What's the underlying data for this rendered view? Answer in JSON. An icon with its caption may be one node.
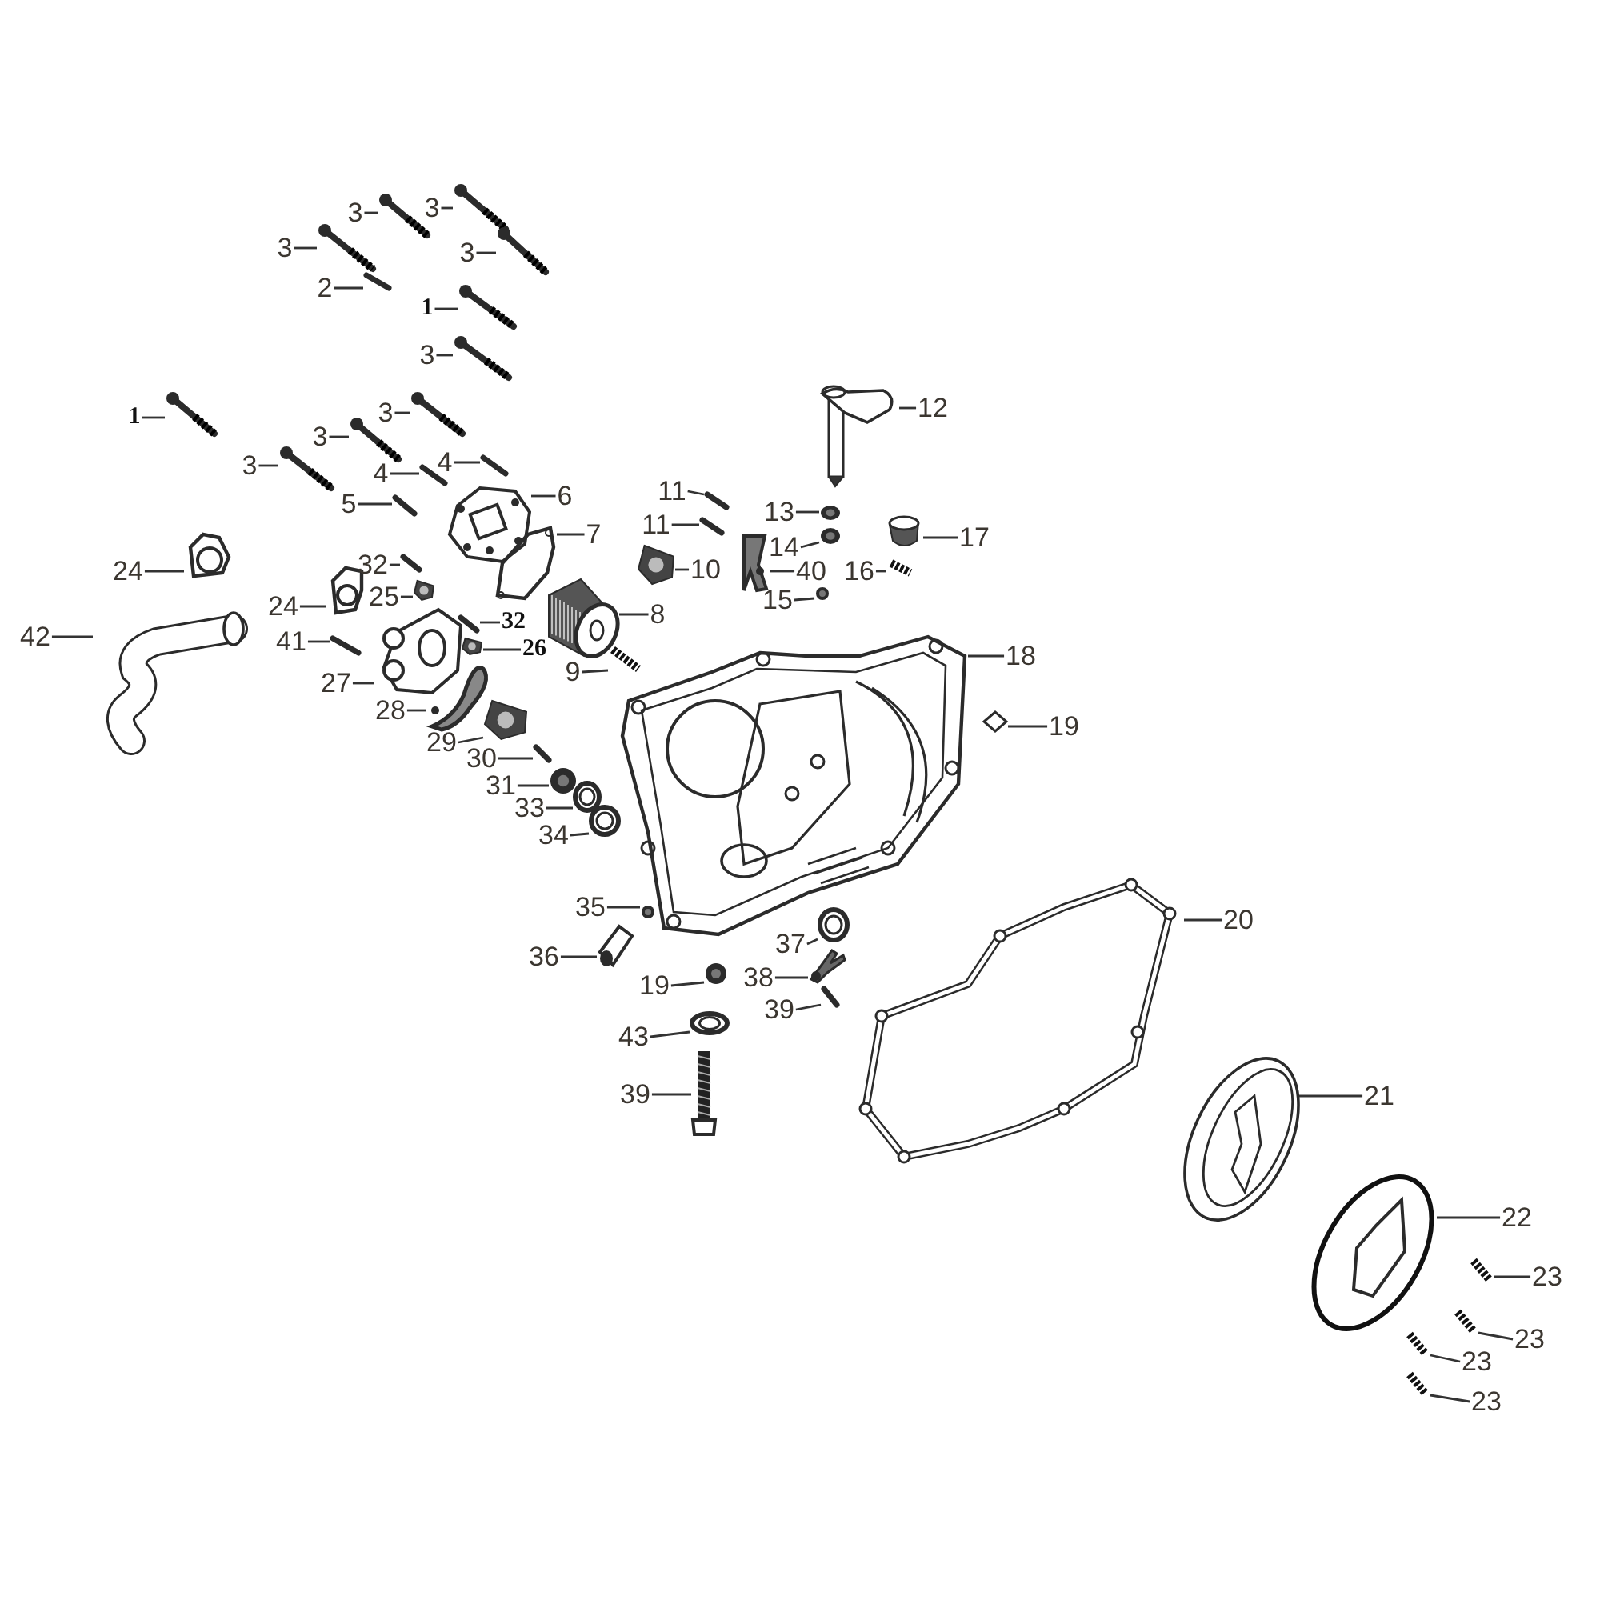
{
  "diagram": {
    "nodes": [
      {
        "text": [
          "3"
        ]
      },
      {
        "text": [],
        "shape": "picture"
      },
      {
        "text": [
          "3"
        ]
      },
      {
        "text": [],
        "shape": "picture"
      },
      {
        "text": [
          "3"
        ]
      },
      {
        "text": [],
        "shape": "picture"
      },
      {
        "text": [
          "3"
        ]
      },
      {
        "text": [],
        "shape": "picture"
      },
      {
        "text": [
          "2"
        ]
      },
      {
        "text": [],
        "shape": "picture"
      },
      {
        "text": [
          "1"
        ]
      },
      {
        "text": [],
        "shape": "picture"
      },
      {
        "text": [
          "3"
        ]
      },
      {
        "text": [],
        "shape": "picture"
      },
      {
        "text": [
          "1"
        ]
      },
      {
        "text": [],
        "shape": "picture"
      },
      {
        "text": [
          "3"
        ]
      },
      {
        "text": [],
        "shape": "picture"
      },
      {
        "text": [
          "3"
        ]
      },
      {
        "text": [],
        "shape": "picture"
      },
      {
        "text": [
          "3"
        ]
      },
      {
        "text": [],
        "shape": "picture"
      },
      {
        "text": [
          "4"
        ]
      },
      {
        "text": [],
        "shape": "picture"
      },
      {
        "text": [
          "4"
        ]
      },
      {
        "text": [],
        "shape": "picture"
      },
      {
        "text": [
          "5"
        ]
      },
      {
        "text": [],
        "shape": "picture"
      },
      {
        "text": [
          "6"
        ]
      },
      {
        "text": [],
        "shape": "picture"
      },
      {
        "text": [
          "7"
        ]
      },
      {
        "text": [],
        "shape": "picture"
      },
      {
        "text": [
          "8"
        ]
      },
      {
        "text": [],
        "shape": "picture"
      },
      {
        "text": [
          "9"
        ]
      },
      {
        "text": [],
        "shape": "picture"
      },
      {
        "text": [
          "10"
        ]
      },
      {
        "text": [],
        "shape": "picture"
      },
      {
        "text": [
          "11"
        ]
      },
      {
        "text": [],
        "shape": "picture"
      },
      {
        "text": [
          "11"
        ]
      },
      {
        "text": [],
        "shape": "picture"
      },
      {
        "text": [
          "12"
        ]
      },
      {
        "text": [],
        "shape": "picture"
      },
      {
        "text": [
          "13"
        ]
      },
      {
        "text": [],
        "shape": "picture"
      },
      {
        "text": [
          "14"
        ]
      },
      {
        "text": [],
        "shape": "picture"
      },
      {
        "text": [
          "40"
        ]
      },
      {
        "text": [],
        "shape": "picture"
      },
      {
        "text": [
          "16"
        ]
      },
      {
        "text": [],
        "shape": "picture"
      },
      {
        "text": [
          "15"
        ]
      },
      {
        "text": [],
        "shape": "picture"
      },
      {
        "text": [
          "17"
        ]
      },
      {
        "text": [],
        "shape": "picture"
      },
      {
        "text": [
          "18"
        ]
      },
      {
        "text": [],
        "shape": "picture"
      },
      {
        "text": [
          "19"
        ]
      },
      {
        "text": [],
        "shape": "picture"
      },
      {
        "text": [
          "24"
        ]
      },
      {
        "text": [],
        "shape": "picture"
      },
      {
        "text": [
          "24"
        ]
      },
      {
        "text": [],
        "shape": "picture"
      },
      {
        "text": [
          "32"
        ]
      },
      {
        "text": [],
        "shape": "picture"
      },
      {
        "text": [
          "25"
        ]
      },
      {
        "text": [],
        "shape": "picture"
      },
      {
        "text": [
          "32"
        ]
      },
      {
        "text": [],
        "shape": "picture"
      },
      {
        "text": [
          "26"
        ]
      },
      {
        "text": [],
        "shape": "picture"
      },
      {
        "text": [
          "42"
        ]
      },
      {
        "text": [],
        "shape": "picture"
      },
      {
        "text": [
          "41"
        ]
      },
      {
        "text": [],
        "shape": "picture"
      },
      {
        "text": [
          "27"
        ]
      },
      {
        "text": [],
        "shape": "picture"
      },
      {
        "text": [
          "28"
        ]
      },
      {
        "text": [],
        "shape": "picture"
      },
      {
        "text": [
          "29"
        ]
      },
      {
        "text": [],
        "shape": "picture"
      },
      {
        "text": [
          "30"
        ]
      },
      {
        "text": [],
        "shape": "picture"
      },
      {
        "text": [
          "31"
        ]
      },
      {
        "text": [],
        "shape": "picture"
      },
      {
        "text": [
          "33"
        ]
      },
      {
        "text": [],
        "shape": "picture"
      },
      {
        "text": [
          "34"
        ]
      },
      {
        "text": [],
        "shape": "picture"
      },
      {
        "text": [
          "35"
        ]
      },
      {
        "text": [],
        "shape": "picture"
      },
      {
        "text": [
          "36"
        ]
      },
      {
        "text": [],
        "shape": "picture"
      },
      {
        "text": [
          "19"
        ]
      },
      {
        "text": [],
        "shape": "picture"
      },
      {
        "text": [
          "37"
        ]
      },
      {
        "text": [],
        "shape": "picture"
      },
      {
        "text": [
          "38"
        ]
      },
      {
        "text": [],
        "shape": "picture"
      },
      {
        "text": [
          "39"
        ]
      },
      {
        "text": [],
        "shape": "picture"
      },
      {
        "text": [
          "43"
        ]
      },
      {
        "text": [],
        "shape": "picture"
      },
      {
        "text": [
          "39"
        ]
      },
      {
        "text": [],
        "shape": "picture"
      },
      {
        "text": [
          "20"
        ]
      },
      {
        "text": [],
        "shape": "picture"
      },
      {
        "text": [
          "21"
        ]
      },
      {
        "text": [],
        "shape": "picture"
      },
      {
        "text": [
          "22"
        ]
      },
      {
        "text": [],
        "shape": "picture"
      },
      {
        "text": [
          "23"
        ]
      },
      {
        "text": [],
        "shape": "picture"
      },
      {
        "text": [
          "23"
        ]
      },
      {
        "text": [],
        "shape": "picture"
      },
      {
        "text": [
          "23"
        ]
      },
      {
        "text": [],
        "shape": "picture"
      },
      {
        "text": [
          "23"
        ]
      },
      {
        "text": [],
        "shape": "picture"
      }
    ],
    "edges": [
      {
        "from": 0,
        "to": 1,
        "arrow": "none"
      },
      {
        "from": 2,
        "to": 3,
        "arrow": "none"
      },
      {
        "from": 4,
        "to": 5,
        "arrow": "none"
      },
      {
        "from": 6,
        "to": 7,
        "arrow": "none"
      },
      {
        "from": 8,
        "to": 9,
        "arrow": "none"
      },
      {
        "from": 10,
        "to": 11,
        "arrow": "none"
      },
      {
        "from": 12,
        "to": 13,
        "arrow": "none"
      },
      {
        "from": 14,
        "to": 15,
        "arrow": "none"
      },
      {
        "from": 16,
        "to": 17,
        "arrow": "none"
      },
      {
        "from": 18,
        "to": 19,
        "arrow": "none"
      },
      {
        "from": 20,
        "to": 21,
        "arrow": "none"
      },
      {
        "from": 22,
        "to": 23,
        "arrow": "none"
      },
      {
        "from": 24,
        "to": 25,
        "arrow": "none"
      },
      {
        "from": 26,
        "to": 27,
        "arrow": "none"
      },
      {
        "from": 28,
        "to": 29,
        "arrow": "none"
      },
      {
        "from": 30,
        "to": 31,
        "arrow": "none"
      },
      {
        "from": 32,
        "to": 33,
        "arrow": "none"
      },
      {
        "from": 34,
        "to": 35,
        "arrow": "none"
      },
      {
        "from": 36,
        "to": 37,
        "arrow": "none"
      },
      {
        "from": 38,
        "to": 39,
        "arrow": "none"
      },
      {
        "from": 40,
        "to": 41,
        "arrow": "none"
      },
      {
        "from": 42,
        "to": 43,
        "arrow": "none"
      },
      {
        "from": 44,
        "to": 45,
        "arrow": "none"
      },
      {
        "from": 46,
        "to": 47,
        "arrow": "none"
      },
      {
        "from": 48,
        "to": 49,
        "arrow": "none"
      },
      {
        "from": 50,
        "to": 51,
        "arrow": "none"
      },
      {
        "from": 52,
        "to": 53,
        "arrow": "none"
      },
      {
        "from": 54,
        "to": 55,
        "arrow": "none"
      },
      {
        "from": 56,
        "to": 57,
        "arrow": "none"
      },
      {
        "from": 58,
        "to": 59,
        "arrow": "none"
      },
      {
        "from": 60,
        "to": 61,
        "arrow": "none"
      },
      {
        "from": 62,
        "to": 63,
        "arrow": "none"
      },
      {
        "from": 64,
        "to": 65,
        "arrow": "none"
      },
      {
        "from": 66,
        "to": 67,
        "arrow": "none"
      },
      {
        "from": 68,
        "to": 69,
        "arrow": "none"
      },
      {
        "from": 70,
        "to": 71,
        "arrow": "none"
      },
      {
        "from": 72,
        "to": 73,
        "arrow": "none"
      },
      {
        "from": 74,
        "to": 75,
        "arrow": "none"
      },
      {
        "from": 76,
        "to": 77,
        "arrow": "none"
      },
      {
        "from": 78,
        "to": 79,
        "arrow": "none"
      },
      {
        "from": 80,
        "to": 81,
        "arrow": "none"
      },
      {
        "from": 82,
        "to": 83,
        "arrow": "none"
      },
      {
        "from": 84,
        "to": 85,
        "arrow": "none"
      },
      {
        "from": 86,
        "to": 87,
        "arrow": "none"
      },
      {
        "from": 88,
        "to": 89,
        "arrow": "none"
      },
      {
        "from": 90,
        "to": 91,
        "arrow": "none"
      },
      {
        "from": 92,
        "to": 93,
        "arrow": "none"
      },
      {
        "from": 94,
        "to": 95,
        "arrow": "none"
      },
      {
        "from": 96,
        "to": 97,
        "arrow": "none"
      },
      {
        "from": 98,
        "to": 99,
        "arrow": "none"
      },
      {
        "from": 100,
        "to": 101,
        "arrow": "none"
      },
      {
        "from": 102,
        "to": 103,
        "arrow": "none"
      },
      {
        "from": 104,
        "to": 105,
        "arrow": "none"
      },
      {
        "from": 106,
        "to": 107,
        "arrow": "none"
      },
      {
        "from": 108,
        "to": 109,
        "arrow": "none"
      },
      {
        "from": 110,
        "to": 111,
        "arrow": "none"
      },
      {
        "from": 112,
        "to": 113,
        "arrow": "none"
      },
      {
        "from": 114,
        "to": 115,
        "arrow": "none"
      },
      {
        "from": 116,
        "to": 117,
        "arrow": "none"
      },
      {
        "from": 118,
        "to": 119,
        "arrow": "none"
      }
    ]
  }
}
